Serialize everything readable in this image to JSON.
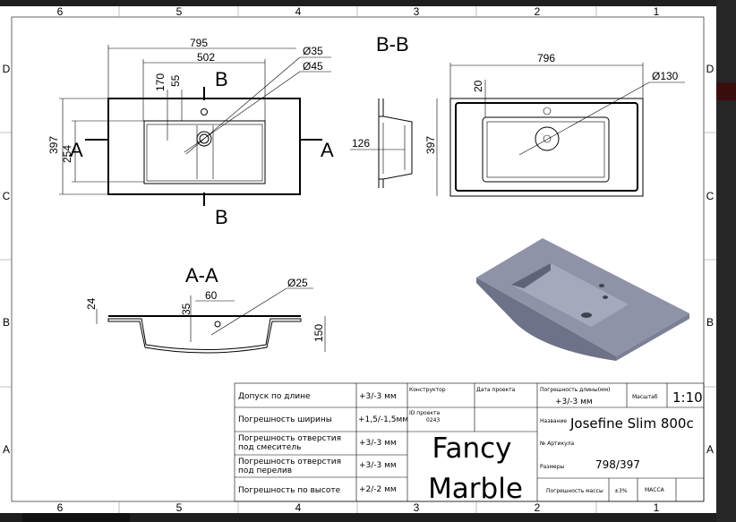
{
  "zones": {
    "columns": [
      "6",
      "5",
      "4",
      "3",
      "2",
      "1"
    ],
    "rows": [
      "D",
      "C",
      "B",
      "A"
    ]
  },
  "plan_view": {
    "dims": {
      "overall_width": "795",
      "bowl_width": "502",
      "offset_170": "170",
      "offset_55": "55",
      "overall_depth": "397",
      "bowl_depth": "254",
      "hole_35": "Ø35",
      "hole_45": "Ø45"
    },
    "section_marks": {
      "a": "A",
      "b": "B"
    }
  },
  "section_bb": {
    "title": "B-B",
    "dim_126": "126"
  },
  "top_view": {
    "width": "796",
    "depth": "397",
    "edge": "20",
    "drain": "Ø130"
  },
  "section_aa": {
    "title": "A-A",
    "d24": "24",
    "d35": "35",
    "d60": "60",
    "d25": "Ø25",
    "d150": "150"
  },
  "title_block": {
    "rows": [
      {
        "label": "Допуск по длине",
        "value": "+3/-3 мм"
      },
      {
        "label": "Погрешность ширины",
        "value": "+1,5/-1,5мм"
      },
      {
        "label": "Погрешность отверстия",
        "label2": "под смеситель",
        "value": "+3/-3 мм"
      },
      {
        "label": "Погрешность отверстия",
        "label2": "под перелив",
        "value": "+3/-3 мм"
      },
      {
        "label": "Погрешность по высоте",
        "value": "+2/-2 мм"
      }
    ],
    "designer_label": "Конструктор",
    "date_label": "Дата проекта",
    "project_id_label": "ID проекта",
    "project_id": "0243",
    "brand_line1": "Fancy",
    "brand_line2": "Marble",
    "length_tol_label": "Погрешность длины(мм)",
    "length_tol": "+3/-3 мм",
    "scale_label": "Масштаб",
    "scale": "1:10",
    "name_label": "Название",
    "name": "Josefine Slim 800c",
    "article_label": "№ Артикула",
    "size_label": "Размеры",
    "size": "798/397",
    "mass_tol_label": "Погрешность массы",
    "mass_tol": "±3%",
    "mass_label": "МАССА"
  }
}
